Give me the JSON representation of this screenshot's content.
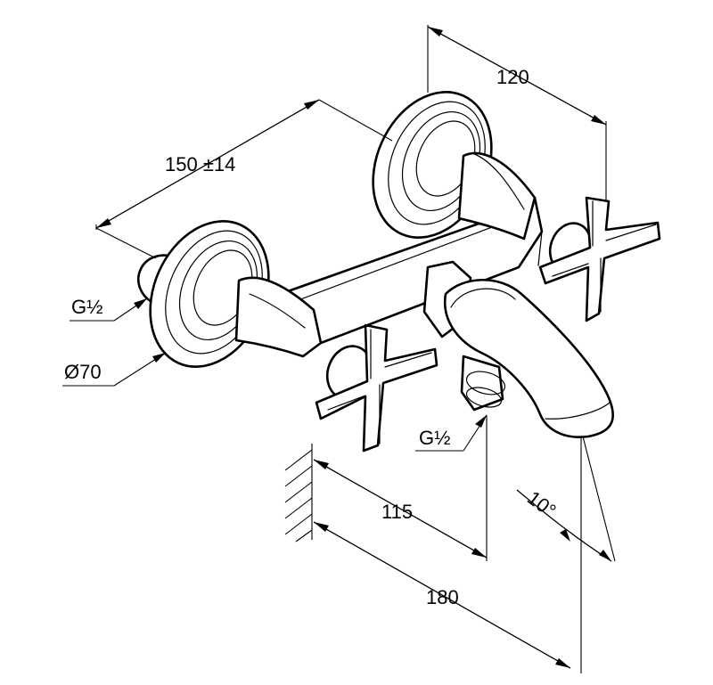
{
  "diagram": {
    "dimensions": {
      "overall_width": "120",
      "center_distance": "150 ±14",
      "inlet_thread": "G½",
      "rosette_diameter": "Ø70",
      "outlet_thread": "G½",
      "outlet_projection": "115",
      "spout_projection": "180",
      "spout_angle": "10°"
    }
  }
}
